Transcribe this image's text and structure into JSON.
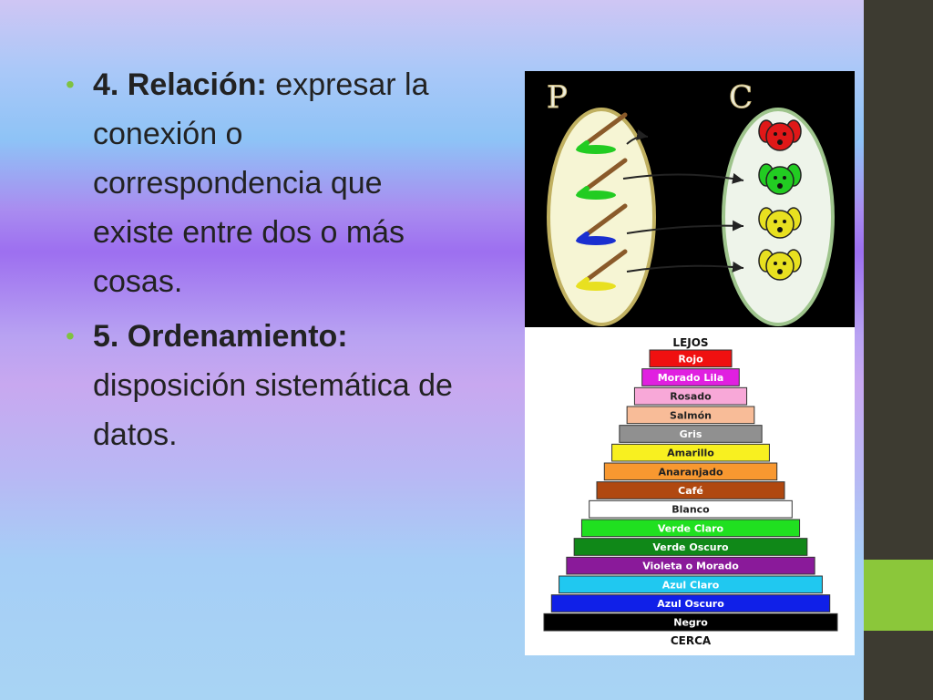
{
  "slide": {
    "bullets": [
      {
        "term": "4. Relación:",
        "text": " expresar la conexión o correspondencia que existe entre dos o más cosas."
      },
      {
        "term": "5. Ordenamiento:",
        "text": " disposición sistemática de datos."
      }
    ]
  },
  "relation_figure": {
    "set_p_label": "P",
    "set_c_label": "C",
    "paint_colors": [
      "#22cc22",
      "#22cc22",
      "#1a2fd0",
      "#e8e020"
    ],
    "dog_colors": [
      "#e01818",
      "#22cc22",
      "#e8e020",
      "#e8e020"
    ]
  },
  "pyramid": {
    "top_label": "LEJOS",
    "bottom_label": "CERCA",
    "levels": [
      {
        "label": "Rojo",
        "color": "#f01010",
        "text_color": "#ffffff"
      },
      {
        "label": "Morado Lila",
        "color": "#e020e0",
        "text_color": "#ffffff"
      },
      {
        "label": "Rosado",
        "color": "#f8a8d8",
        "text_color": "#222222"
      },
      {
        "label": "Salmón",
        "color": "#f8bc98",
        "text_color": "#222222"
      },
      {
        "label": "Gris",
        "color": "#909090",
        "text_color": "#ffffff"
      },
      {
        "label": "Amarillo",
        "color": "#f8f020",
        "text_color": "#222222"
      },
      {
        "label": "Anaranjado",
        "color": "#f89830",
        "text_color": "#222222"
      },
      {
        "label": "Café",
        "color": "#b04810",
        "text_color": "#ffffff"
      },
      {
        "label": "Blanco",
        "color": "#ffffff",
        "text_color": "#222222"
      },
      {
        "label": "Verde Claro",
        "color": "#20e020",
        "text_color": "#ffffff"
      },
      {
        "label": "Verde Oscuro",
        "color": "#108818",
        "text_color": "#ffffff"
      },
      {
        "label": "Violeta o Morado",
        "color": "#8a1a9a",
        "text_color": "#ffffff"
      },
      {
        "label": "Azul Claro",
        "color": "#20c8f0",
        "text_color": "#ffffff"
      },
      {
        "label": "Azul Oscuro",
        "color": "#1020e8",
        "text_color": "#ffffff"
      },
      {
        "label": "Negro",
        "color": "#000000",
        "text_color": "#ffffff"
      }
    ]
  }
}
